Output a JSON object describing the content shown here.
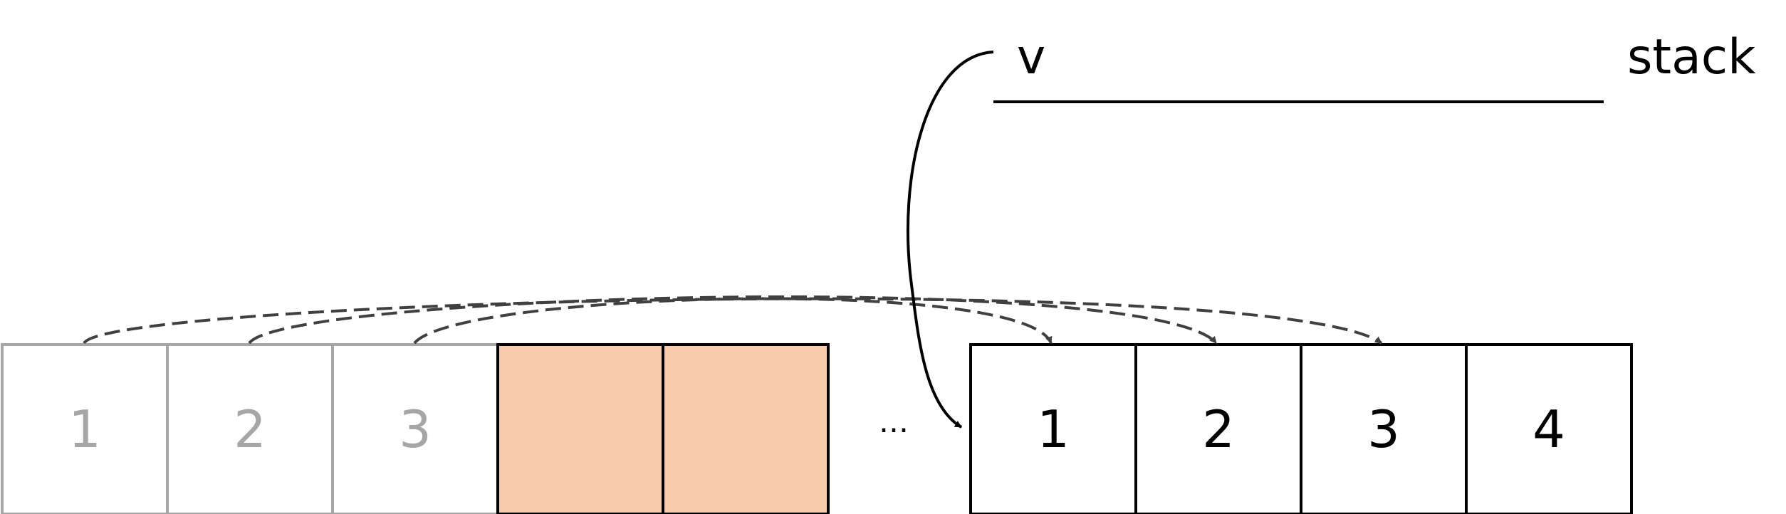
{
  "labels": {
    "variable": "v",
    "stack": "stack",
    "ellipsis": "..."
  },
  "old_cells": [
    {
      "text": "1",
      "state": "copied"
    },
    {
      "text": "2",
      "state": "copied"
    },
    {
      "text": "3",
      "state": "copied"
    },
    {
      "text": "",
      "state": "filled"
    },
    {
      "text": "",
      "state": "filled"
    }
  ],
  "new_cells": [
    {
      "text": "1"
    },
    {
      "text": "2"
    },
    {
      "text": "3"
    },
    {
      "text": "4"
    }
  ],
  "colors": {
    "old_cell_border": "#a6a6a6",
    "old_cell_text": "#a6a6a6",
    "filled_cell": "#f8cbad",
    "new_cell_border": "#000000",
    "arrow": "#404040"
  }
}
